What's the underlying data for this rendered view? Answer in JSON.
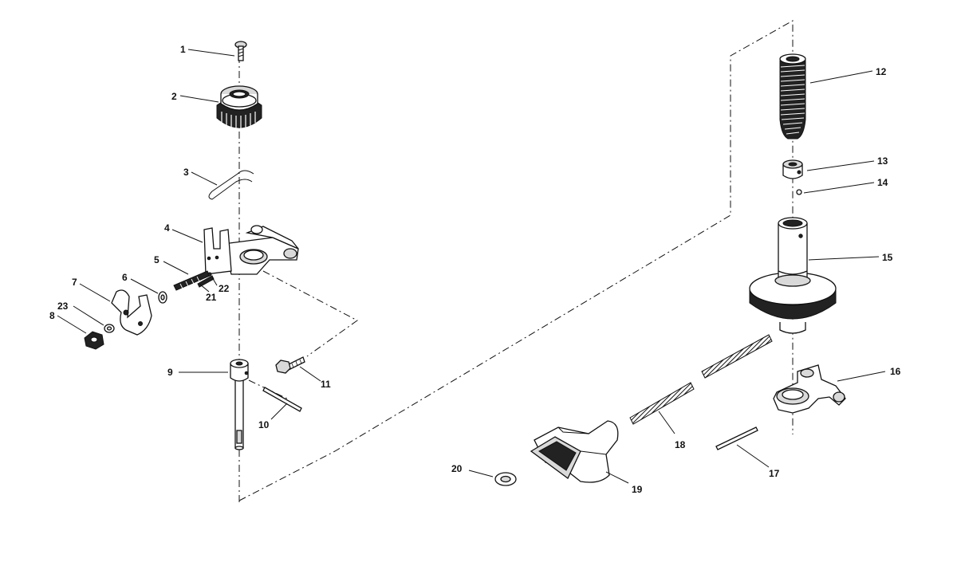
{
  "callouts": {
    "p1": "1",
    "p2": "2",
    "p3": "3",
    "p4": "4",
    "p5": "5",
    "p6": "6",
    "p7": "7",
    "p8": "8",
    "p9": "9",
    "p10": "10",
    "p11": "11",
    "p12": "12",
    "p13": "13",
    "p14": "14",
    "p15": "15",
    "p16": "16",
    "p17": "17",
    "p18": "18",
    "p19": "19",
    "p20": "20",
    "p21": "21",
    "p22": "22",
    "p23": "23"
  }
}
